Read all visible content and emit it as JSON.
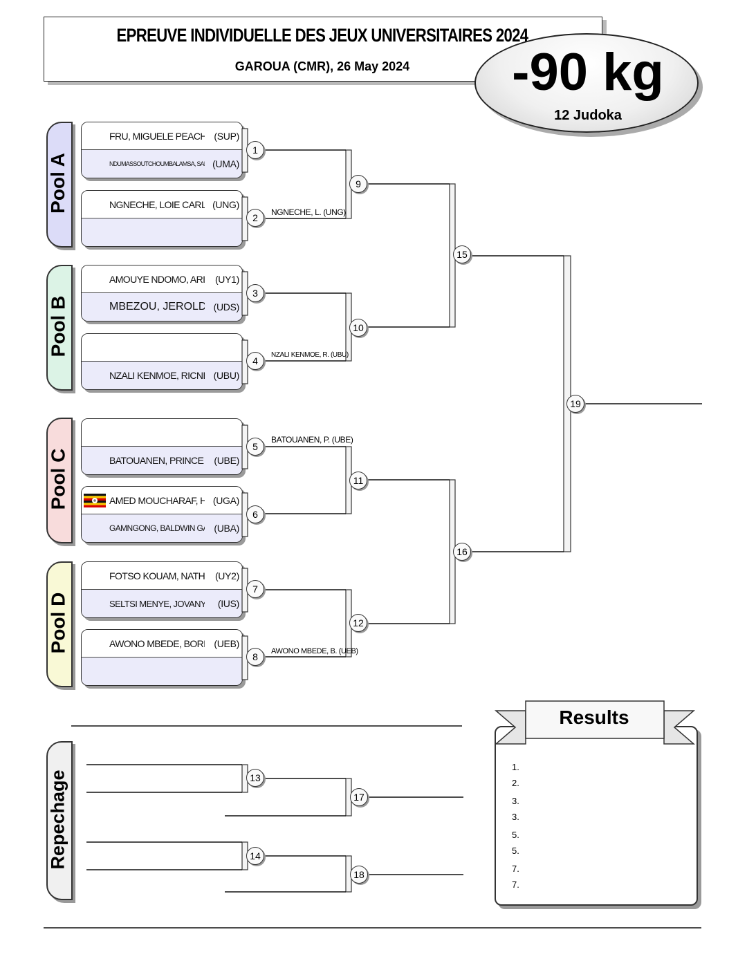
{
  "header": {
    "title": "EPREUVE INDIVIDUELLE DES JEUX UNIVERSITAIRES 2024",
    "subtitle": "GAROUA (CMR), 26 May 2024",
    "weight": "-90 kg",
    "judoka_count": "12 Judoka"
  },
  "pools": [
    {
      "label": "Pool A",
      "color": "#dcdcf8"
    },
    {
      "label": "Pool B",
      "color": "#dcf3e6"
    },
    {
      "label": "Pool C",
      "color": "#f8dcdc"
    },
    {
      "label": "Pool D",
      "color": "#f9f9d6"
    }
  ],
  "repechage_label": "Repechage",
  "competitors": [
    {
      "name": "FRU, MIGUELE PEACHAP",
      "club": "(SUP)"
    },
    {
      "name": "NDUMASSOUTCHOUMBALAMSA, SAINTRUDY DIEUVEILLE",
      "club": "(UMA)"
    },
    {
      "name": "NGNECHE, LOIE CARLIN",
      "club": "(UNG)"
    },
    {
      "name": "",
      "club": ""
    },
    {
      "name": "AMOUYE NDOMO, ARISTIDE",
      "club": "(UY1)"
    },
    {
      "name": "MBEZOU, JEROLD",
      "club": "(UDS)"
    },
    {
      "name": "",
      "club": ""
    },
    {
      "name": "NZALI KENMOE, RICNEL FAYSSAL",
      "club": "(UBU)"
    },
    {
      "name": "",
      "club": ""
    },
    {
      "name": "BATOUANEN, PRINCE LENINE",
      "club": "(UBE)"
    },
    {
      "name": "AMED MOUCHARAF, HAMADOU",
      "club": "(UGA)"
    },
    {
      "name": "GAMNGONG, BALDWIN GAMNGONG",
      "club": "(UBA)"
    },
    {
      "name": "FOTSO KOUAM, NATHAN",
      "club": "(UY2)"
    },
    {
      "name": "SELTSI MENYE, JOVANY KAREN",
      "club": "(IUS)"
    },
    {
      "name": "AWONO MBEDE, BORIS",
      "club": "(UEB)"
    },
    {
      "name": "",
      "club": ""
    }
  ],
  "round1_winners": [
    {
      "match": "2",
      "label": "NGNECHE, L.  (UNG)"
    },
    {
      "match": "4",
      "label": "NZALI KENMOE, R. (UBU)"
    },
    {
      "match": "5",
      "label": "BATOUANEN, P.  (UBE)"
    },
    {
      "match": "8",
      "label": "AWONO MBEDE, B. (UEB)"
    }
  ],
  "match_numbers": [
    "1",
    "2",
    "3",
    "4",
    "5",
    "6",
    "7",
    "8",
    "9",
    "10",
    "11",
    "12",
    "13",
    "14",
    "15",
    "16",
    "17",
    "18",
    "19"
  ],
  "results": {
    "title": "Results",
    "places": [
      "1.",
      "2.",
      "3.",
      "3.",
      "5.",
      "5.",
      "7.",
      "7."
    ]
  },
  "flag_icon": "uganda-flag-icon"
}
